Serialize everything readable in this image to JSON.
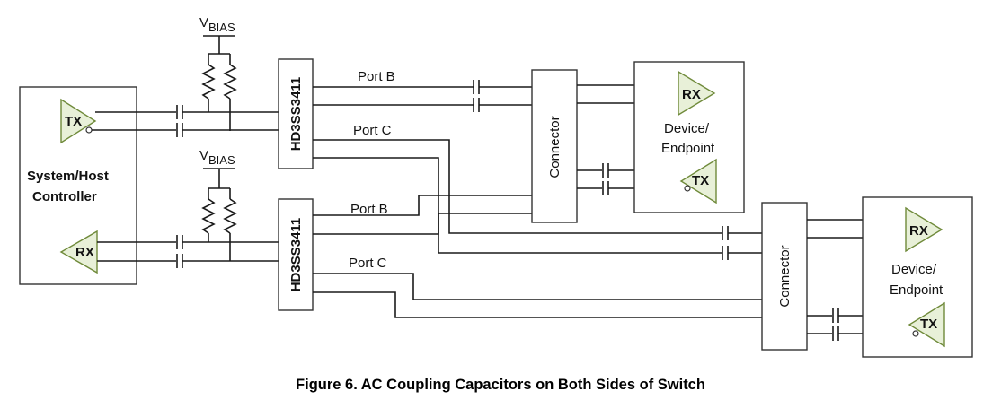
{
  "host": {
    "line1": "System/Host",
    "line2": "Controller"
  },
  "vbias": {
    "base": "V",
    "sub": "BIAS"
  },
  "switch_label": "HD3SS3411",
  "ports": {
    "port_b": "Port B",
    "port_c": "Port C"
  },
  "connector_label": "Connector",
  "device": {
    "line1": "Device/",
    "line2": "Endpoint"
  },
  "signals": {
    "tx": "TX",
    "rx": "RX"
  },
  "caption": "Figure 6.  AC Coupling Capacitors on Both Sides of Switch",
  "colors": {
    "port_b": "#2b3fb8",
    "port_c": "#d22a2a",
    "device1_text": "#2b3fb8",
    "device2_text": "#d22a2a",
    "connector_text": "#2b3fb8",
    "connector2_text": "#d22a2a",
    "buffer_fill": "#e8f0d8",
    "buffer_stroke": "#6f8a3a"
  }
}
